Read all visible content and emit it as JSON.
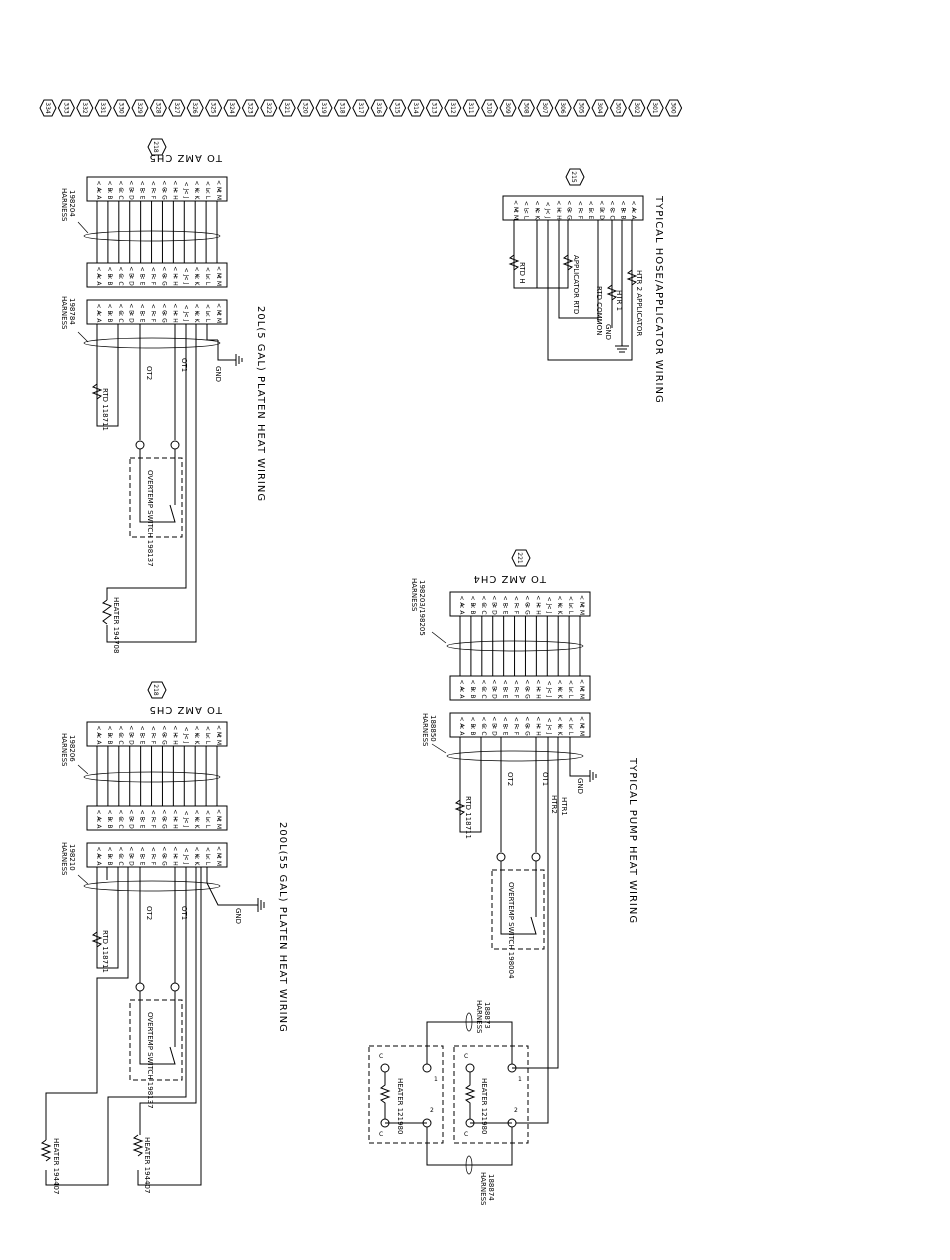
{
  "sheet_refs": [
    "334",
    "333",
    "332",
    "331",
    "330",
    "329",
    "328",
    "327",
    "326",
    "325",
    "324",
    "323",
    "322",
    "321",
    "320",
    "319",
    "318",
    "317",
    "316",
    "315",
    "314",
    "313",
    "312",
    "311",
    "310",
    "309",
    "308",
    "307",
    "306",
    "305",
    "304",
    "303",
    "302",
    "301",
    "300"
  ],
  "pins": [
    "A",
    "B",
    "C",
    "D",
    "E",
    "F",
    "G",
    "H",
    "J",
    "K",
    "L",
    "M"
  ],
  "section_hose": {
    "title": "TYPICAL HOSE/APPLICATOR WIRING",
    "ref": "215",
    "rtd_h": "RTD H",
    "rtd_a": "APPLICATOR RTD",
    "rtd_common": "RTD COMMON",
    "ground": "GND",
    "htr1": "HTR 1",
    "htr2": "HTR 2 APPLICATOR"
  },
  "section_platen20": {
    "title": "20L(5 GAL) PLATEN HEAT WIRING",
    "ref": "218",
    "to_amz": "TO AMZ CH5",
    "harness1_label": "HARNESS",
    "harness1_num": "198204",
    "harness2_label": "HARNESS",
    "harness2_num": "198784",
    "gnd": "GND",
    "ot1": "OT1",
    "ot2": "OT2",
    "rtd": "RTD 118711",
    "overtemp": "OVERTEMP SWITCH 198137",
    "heater": "HEATER 194708"
  },
  "section_pump": {
    "title": "TYPICAL PUMP HEAT WIRING",
    "ref": "221",
    "to_amz": "TO AMZ CH4",
    "harness1_label": "HARNESS",
    "harness1_num": "198203/198205",
    "harness2_label": "HARNESS",
    "harness2_num": "188850",
    "gnd": "GND",
    "ot1": "OT1",
    "ot2": "OT2",
    "htr1": "HTR1",
    "htr2": "HTR2",
    "rtd": "RTD 118711",
    "overtemp": "OVERTEMP SWITCH 198004",
    "harness3_label": "HARNESS",
    "harness3_num": "188873",
    "harness4_label": "HARNESS",
    "harness4_num": "188874",
    "heater_a": "HEATER 121980",
    "heater_b": "HEATER 121980",
    "pin_1": "1",
    "pin_2": "2",
    "pin_c": "C"
  },
  "section_platen200": {
    "title": "200L(55 GAL) PLATEN HEAT WIRING",
    "ref": "218",
    "to_amz": "TO AMZ CH5",
    "harness1_label": "HARNESS",
    "harness1_num": "198206",
    "harness2_label": "HARNESS",
    "harness2_num": "198210",
    "gnd": "GND",
    "ot1": "OT1",
    "ot2": "OT2",
    "rtd": "RTD 118711",
    "overtemp": "OVERTEMP SWITCH 198137",
    "heater_a": "HEATER 194407",
    "heater_b": "HEATER 194407"
  }
}
